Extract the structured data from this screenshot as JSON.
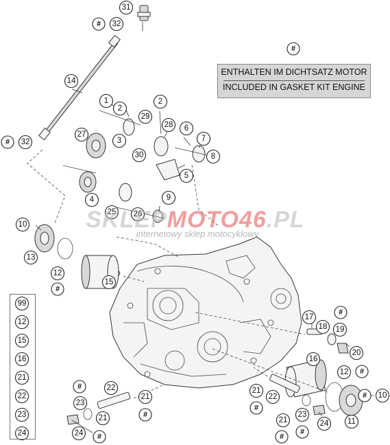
{
  "legend": {
    "line1": "ENTHALTEN IM DICHTSATZ MOTOR",
    "line2": "INCLUDED IN GASKET KIT ENGINE",
    "marker": "#"
  },
  "watermark": {
    "brand_part1": "SKLEP",
    "brand_part2": "MOTO46",
    "brand_part3": ".PL",
    "tagline": "internetowy sklep motocyklowy"
  },
  "kit": {
    "number": "99",
    "items": [
      "12",
      "15",
      "16",
      "21",
      "22",
      "23",
      "24"
    ]
  },
  "callouts": [
    {
      "id": "c31",
      "text": "31"
    },
    {
      "id": "c32a",
      "text": "32"
    },
    {
      "id": "c14",
      "text": "14"
    },
    {
      "id": "c32b",
      "text": "32"
    },
    {
      "id": "c1",
      "text": "1"
    },
    {
      "id": "c2a",
      "text": "2"
    },
    {
      "id": "c29",
      "text": "29"
    },
    {
      "id": "c2b",
      "text": "2"
    },
    {
      "id": "c27",
      "text": "27"
    },
    {
      "id": "c3",
      "text": "3"
    },
    {
      "id": "c28",
      "text": "28"
    },
    {
      "id": "c6",
      "text": "6"
    },
    {
      "id": "c7",
      "text": "7"
    },
    {
      "id": "c30",
      "text": "30"
    },
    {
      "id": "c8",
      "text": "8"
    },
    {
      "id": "c5",
      "text": "5"
    },
    {
      "id": "c4",
      "text": "4"
    },
    {
      "id": "c25",
      "text": "25"
    },
    {
      "id": "c9",
      "text": "9"
    },
    {
      "id": "c26",
      "text": "26"
    },
    {
      "id": "c10",
      "text": "10"
    },
    {
      "id": "c13",
      "text": "13"
    },
    {
      "id": "c12a",
      "text": "12"
    },
    {
      "id": "c15",
      "text": "15"
    },
    {
      "id": "c17",
      "text": "17"
    },
    {
      "id": "c18",
      "text": "18"
    },
    {
      "id": "c19",
      "text": "19"
    },
    {
      "id": "c20",
      "text": "20"
    },
    {
      "id": "c16",
      "text": "16"
    },
    {
      "id": "c12b",
      "text": "12"
    },
    {
      "id": "c10b",
      "text": "10"
    },
    {
      "id": "c22a",
      "text": "22"
    },
    {
      "id": "c23a",
      "text": "23"
    },
    {
      "id": "c21a",
      "text": "21"
    },
    {
      "id": "c21b",
      "text": "21"
    },
    {
      "id": "c24a",
      "text": "24"
    },
    {
      "id": "c21c",
      "text": "21"
    },
    {
      "id": "c22b",
      "text": "22"
    },
    {
      "id": "c21d",
      "text": "21"
    },
    {
      "id": "c23b",
      "text": "23"
    },
    {
      "id": "c24b",
      "text": "24"
    },
    {
      "id": "c11",
      "text": "11"
    }
  ]
}
